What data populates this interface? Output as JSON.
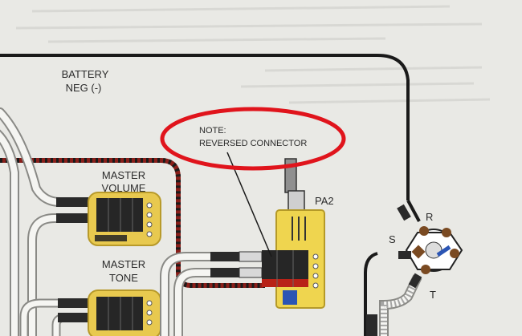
{
  "labels": {
    "battery_line1": "BATTERY",
    "battery_line2": "NEG (-)",
    "note_line1": "NOTE:",
    "note_line2": "REVERSED CONNECTOR",
    "pa2": "PA2",
    "master_volume_line1": "MASTER",
    "master_volume_line2": "VOLUME",
    "master_tone_line1": "MASTER",
    "master_tone_line2": "TONE",
    "jack_r": "R",
    "jack_s": "S",
    "jack_t": "T"
  },
  "colors": {
    "paper": "#e9e9e5",
    "wire_black": "#1a1a1a",
    "wire_red": "#8a1f1a",
    "pot_board": "#e8c94f",
    "pa2_board": "#efd54f",
    "highlight_circle": "#e0141c"
  }
}
